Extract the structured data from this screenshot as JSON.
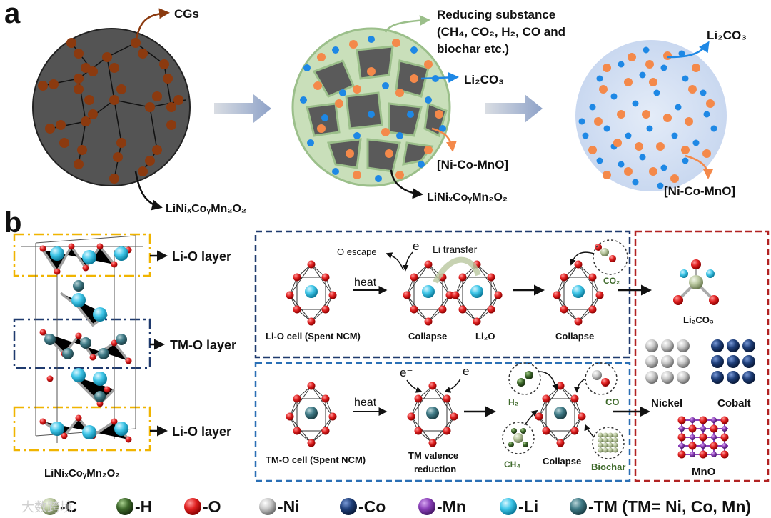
{
  "panel_a": {
    "letter": "a",
    "cgs": "CGs",
    "reducing_l1": "Reducing substance",
    "reducing_l2": "(CH₄, CO₂, H₂, CO and",
    "reducing_l3": "biochar etc.)",
    "li2co3_mid": "Li₂CO₃",
    "li2co3_right": "Li₂CO₃",
    "nicomno_mid": "[Ni-Co-MnO]",
    "nicomno_right": "[Ni-Co-MnO]",
    "ncm_left": "LiNiₓCoᵧMn₂O₂",
    "ncm_mid": "LiNiₓCoᵧMn₂O₂"
  },
  "panel_b": {
    "letter": "b",
    "layers": {
      "lio_top": "Li-O layer",
      "tmo": "TM-O layer",
      "lio_bottom": "Li-O layer",
      "formula": "LiNiₓCoᵧMn₂O₂"
    },
    "top_box": {
      "o_escape": "O escape",
      "electron": "e⁻",
      "li_transfer": "Li transfer",
      "heat": "heat",
      "cell_label": "Li-O cell (Spent NCM)",
      "collapse1": "Collapse",
      "li2o": "Li₂O",
      "collapse2": "Collapse",
      "co2": "CO₂"
    },
    "bottom_box": {
      "e1": "e⁻",
      "e2": "e⁻",
      "heat": "heat",
      "cell_label": "TM-O cell (Spent NCM)",
      "valence_l1": "TM valence",
      "valence_l2": "reduction",
      "h2": "H₂",
      "co": "CO",
      "ch4": "CH₄",
      "collapse": "Collapse",
      "biochar": "Biochar"
    },
    "products": {
      "li2co3": "Li₂CO₃",
      "nickel": "Nickel",
      "cobalt": "Cobalt",
      "mno": "MnO"
    }
  },
  "legend": [
    {
      "label": "-C",
      "color": "#b9c79f"
    },
    {
      "label": "-H",
      "color": "#3f6a2c"
    },
    {
      "label": "-O",
      "color": "#e02020"
    },
    {
      "label": "-Ni",
      "color": "#c8c8c8"
    },
    {
      "label": "-Co",
      "color": "#1f3f7a"
    },
    {
      "label": "-Mn",
      "color": "#8a3fb8"
    },
    {
      "label": "-Li",
      "color": "#3fc6e8"
    },
    {
      "label": "-TM (TM= Ni, Co, Mn)",
      "color": "#3f7a86"
    }
  ],
  "watermark": "大数跨境",
  "colors": {
    "cgs_orange": "#8b3a0f",
    "li_blue": "#1e88e5",
    "tm_orange": "#f4894a",
    "navy_box": "#1f3a6e",
    "blue_box": "#2a6fb5",
    "red_box": "#b22222",
    "yellow_box": "#f0b400"
  }
}
